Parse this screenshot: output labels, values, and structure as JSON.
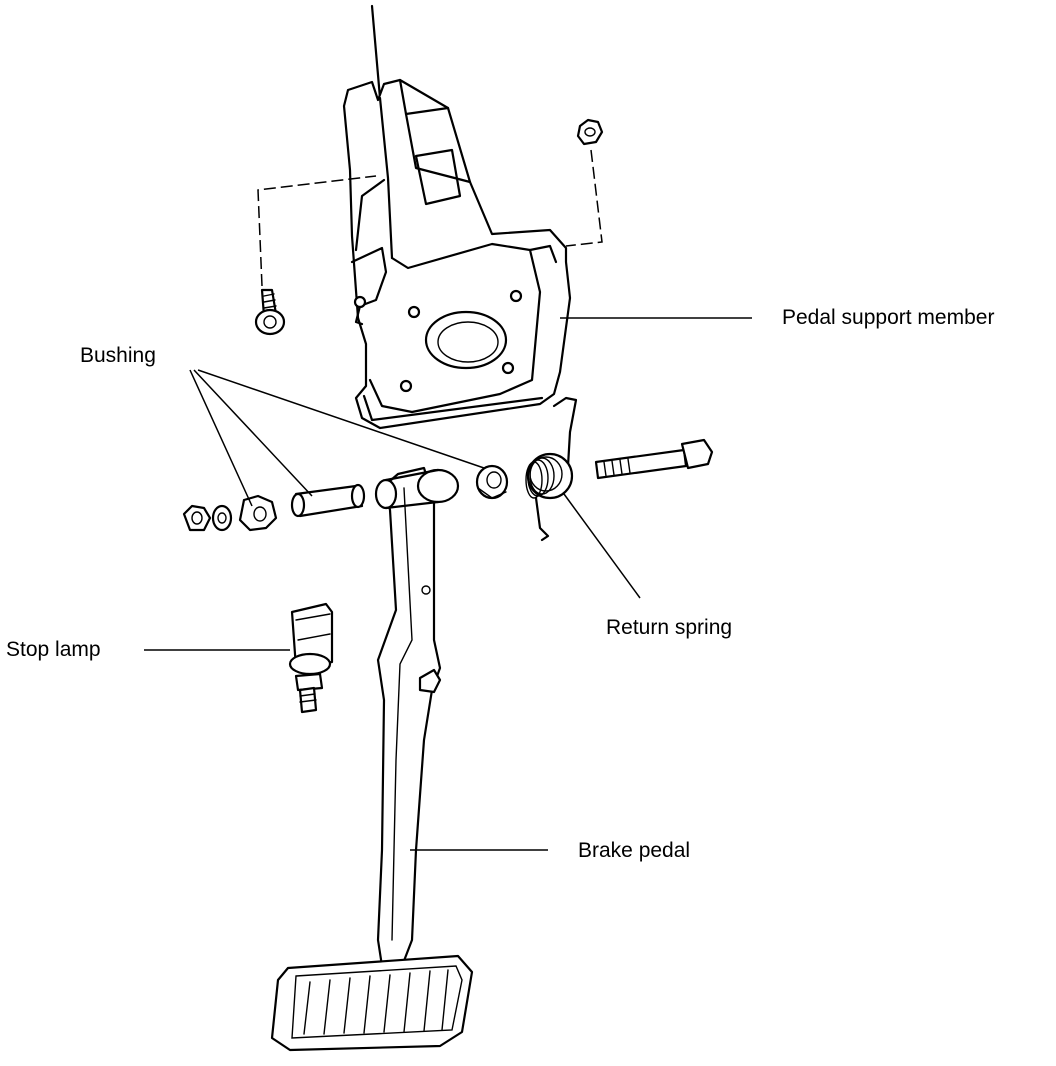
{
  "labels": {
    "pedal_support_member": "Pedal support member",
    "bushing": "Bushing",
    "return_spring": "Return spring",
    "stop_lamp": "Stop lamp",
    "brake_pedal": "Brake pedal"
  }
}
